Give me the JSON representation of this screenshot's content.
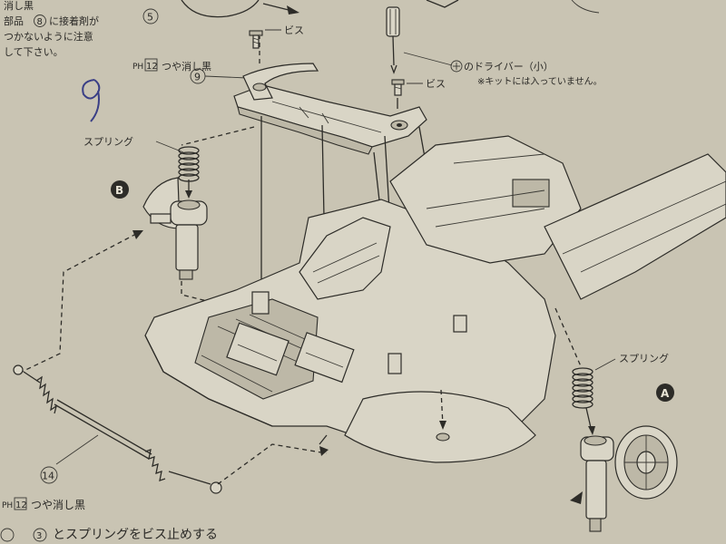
{
  "instructions": {
    "top_left_line1": "消し黒",
    "top_left_part_ref": "部品",
    "top_left_part_num": "8",
    "top_left_line2_tail": "に接着剤が",
    "top_left_line3": "つかないように注意",
    "top_left_line4": "して下さい。",
    "top_step_num": "5"
  },
  "labels": {
    "screw_left": "ビス",
    "screw_right": "ビス",
    "bracket_finish": "つや消し黒",
    "ph_code": "PH",
    "ph_num": "12",
    "part_num_9": "9",
    "driver_label": "のドライバー（小）",
    "driver_note": "※キットには入っていません。",
    "spring_left": "スプリング",
    "spring_right": "スプリング",
    "marker_b": "B",
    "marker_a": "A",
    "handwritten_9": "9",
    "part_num_14": "14",
    "bottom_finish": "つや消し黒",
    "bottom_ph_code": "PH",
    "bottom_ph_num": "12",
    "bottom_step_text": "とスプリングをビス止めする",
    "bottom_step_num": "3"
  }
}
